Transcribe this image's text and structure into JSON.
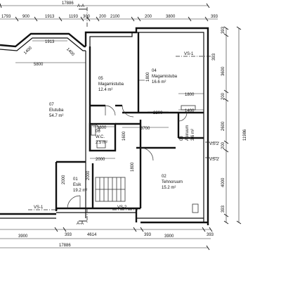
{
  "sections": {
    "aa_top": "A-A",
    "aa_bottom": "A-A",
    "vs1_right": "VS-1",
    "vs1_bottom": "VS-1",
    "vs2_right_top": "VS-2",
    "vs2_right": "VS-2",
    "vs2_bottom": "VS-2"
  },
  "rooms": {
    "r05": {
      "num": "05",
      "name": "Magamistuba",
      "area": "12.4 m²"
    },
    "r04": {
      "num": "04",
      "name": "Magamistuba",
      "area": "16.6 m²"
    },
    "r07": {
      "num": "07",
      "name": "Elutuba",
      "area": "54.7 m²"
    },
    "r06": {
      "num": "06",
      "name": "W.C.",
      "area": "2.5 m²"
    },
    "r03": {
      "num": "03",
      "name": "Abiruum",
      "area": "3.6 m²"
    },
    "r01": {
      "num": "01",
      "name": "Esik",
      "area": "19.2 m²"
    },
    "r02": {
      "num": "02",
      "name": "Tehnoruum",
      "area": "15.2 m²"
    }
  },
  "dims": {
    "top_total": "17886",
    "top_1793": "1793",
    "top_900": "900",
    "top_1913a": "1913",
    "top_1193": "1193",
    "top_300": "300",
    "top_200a": "200",
    "top_2100": "2100",
    "top_200b": "200",
    "top_3800": "3800",
    "top_393": "393",
    "bay_1913": "1913",
    "bay_1400a": "1400",
    "bay_1400b": "1400",
    "d5800": "5800",
    "d1800a": "1800",
    "d1800b": "1800",
    "d1400c": "1400",
    "d2200": "2200",
    "d1600": "1600",
    "d3700": "3700",
    "d2000a": "2000",
    "d2000b": "2000",
    "d1600v": "1600",
    "d1800v": "1800",
    "d2000v": "2000",
    "d3600v": "3600",
    "d2600v": "2600",
    "d4000v": "4000",
    "d200v1": "200",
    "d200v2": "200",
    "d393v1": "393",
    "d393v2": "393",
    "d393v3": "393",
    "d11986": "11986",
    "bot_3900a": "3900",
    "bot_393a": "393",
    "bot_4614": "4614",
    "bot_393b": "393",
    "bot_3900b": "3900",
    "bot_393c": "393",
    "bot_total": "17886"
  }
}
